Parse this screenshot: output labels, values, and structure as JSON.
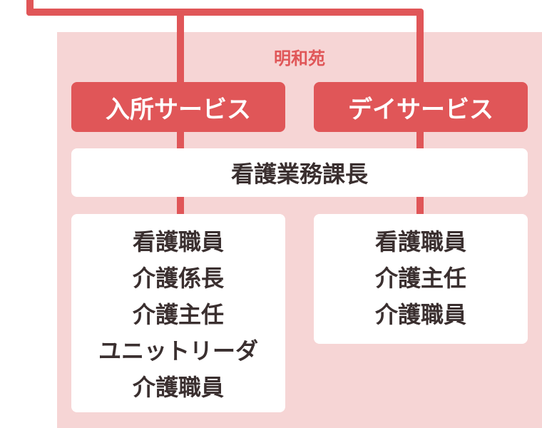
{
  "facility": "明和苑",
  "units": [
    {
      "label": "入所サービス",
      "staff": [
        "看護職員",
        "介護係長",
        "介護主任",
        "ユニットリーダ",
        "介護職員"
      ]
    },
    {
      "label": "デイサービス",
      "staff": [
        "看護職員",
        "介護主任",
        "介護職員"
      ]
    }
  ],
  "manager": "看護業務課長",
  "colors": {
    "accent": "#e05658",
    "background": "#f6d5d5",
    "text": "#3a2f2f"
  }
}
